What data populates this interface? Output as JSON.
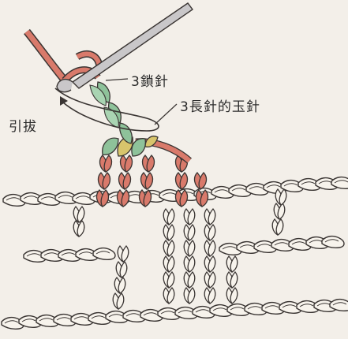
{
  "labels": {
    "chain": "3鎖針",
    "puff": "3長針的玉針",
    "slip": "引拔"
  },
  "colors": {
    "background": "#f3efe9",
    "yarn_red": "#d97a6b",
    "yarn_green": "#8ec29a",
    "yarn_yellow": "#d8c56c",
    "base_yarn": "#f7f3ec",
    "outline": "#3a3533",
    "hook": "#c9c7c9"
  },
  "icons": [
    "crochet-hook-icon",
    "direction-arrow-icon"
  ]
}
